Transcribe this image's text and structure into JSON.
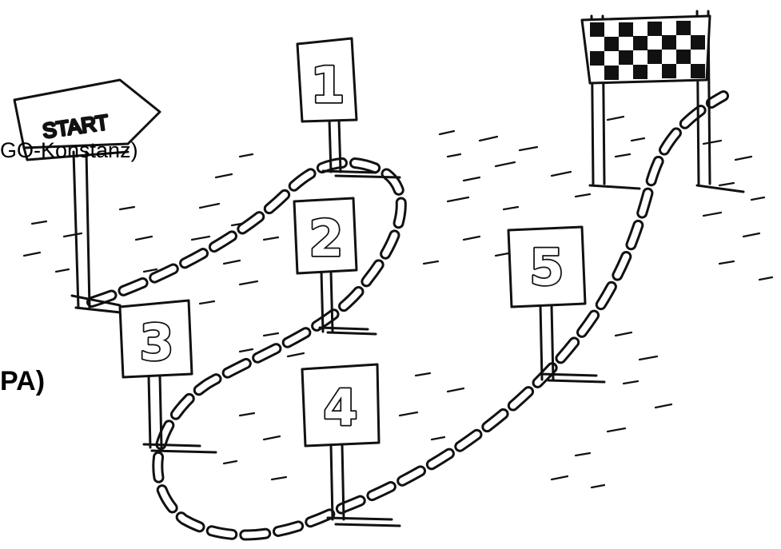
{
  "texts": {
    "konstanz": "GO-Konstanz)",
    "pa": "PA)",
    "start": "START"
  },
  "signs": [
    {
      "id": "1",
      "label": "1"
    },
    {
      "id": "2",
      "label": "2"
    },
    {
      "id": "3",
      "label": "3"
    },
    {
      "id": "4",
      "label": "4"
    },
    {
      "id": "5",
      "label": "5"
    }
  ],
  "icons": {
    "start_sign": "start-sign-icon",
    "finish_flag": "checkered-finish-flag-icon",
    "path": "dashed-path-icon"
  },
  "colors": {
    "ink": "#111111",
    "background": "#ffffff"
  }
}
